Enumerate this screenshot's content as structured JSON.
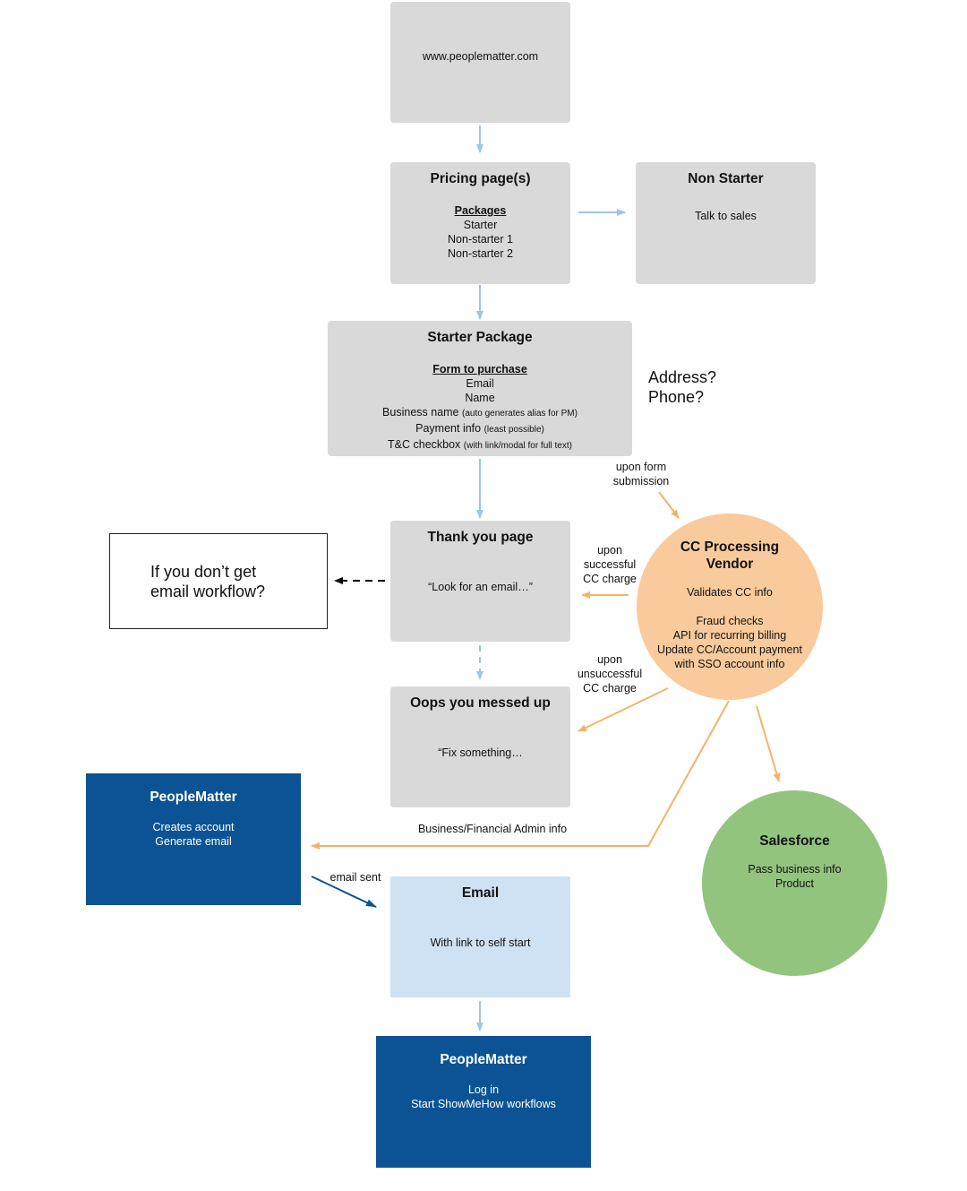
{
  "site": {
    "url": "www.peoplematter.com"
  },
  "pricing": {
    "title": "Pricing page(s)",
    "subtitle": "Packages",
    "items": [
      "Starter",
      "Non-starter 1",
      "Non-starter 2"
    ]
  },
  "non_starter": {
    "title": "Non Starter",
    "body": "Talk to sales"
  },
  "starter": {
    "title": "Starter Package",
    "subtitle": "Form to purchase",
    "fields": [
      {
        "text": "Email",
        "note": ""
      },
      {
        "text": "Name",
        "note": ""
      },
      {
        "text": "Business name",
        "note": "(auto generates alias for PM)"
      },
      {
        "text": "Payment info",
        "note": "(least possible)"
      },
      {
        "text": "T&C checkbox",
        "note": "(with link/modal for full text)"
      }
    ]
  },
  "side_note": {
    "line1": "Address?",
    "line2": "Phone?"
  },
  "labels": {
    "upon_form": [
      "upon form",
      "submission"
    ],
    "upon_success": [
      "upon",
      "successful",
      "CC charge"
    ],
    "upon_fail": [
      "upon",
      "unsuccessful",
      "CC charge"
    ],
    "business_admin": "Business/Financial Admin info",
    "email_sent": "email sent"
  },
  "thank_you": {
    "title": "Thank you page",
    "body": "“Look for an email…”"
  },
  "no_email": {
    "line1": "If you don’t get",
    "line2": "email workflow?"
  },
  "oops": {
    "title": "Oops you messed up",
    "body": "“Fix something…"
  },
  "cc_vendor": {
    "title": [
      "CC Processing",
      "Vendor"
    ],
    "body": [
      "Validates CC info",
      "",
      "Fraud checks",
      "API for recurring billing",
      "Update CC/Account payment",
      "with SSO account info"
    ]
  },
  "peoplematter_1": {
    "title": "PeopleMatter",
    "body": [
      "Creates account",
      "Generate email"
    ]
  },
  "salesforce": {
    "title": "Salesforce",
    "body": [
      "Pass business info",
      "Product"
    ]
  },
  "email": {
    "title": "Email",
    "body": "With link to self start"
  },
  "peoplematter_2": {
    "title": "PeopleMatter",
    "body": [
      "Log in",
      "Start ShowMeHow workflows"
    ]
  },
  "colors": {
    "gray_box": "#d9d9d9",
    "dark_blue": "#0b5394",
    "light_blue": "#cfe2f3",
    "orange": "#f9cb9c",
    "green": "#93c47d",
    "arrow_blue": "#9fc5e8",
    "arrow_orange": "#f6b26b"
  }
}
